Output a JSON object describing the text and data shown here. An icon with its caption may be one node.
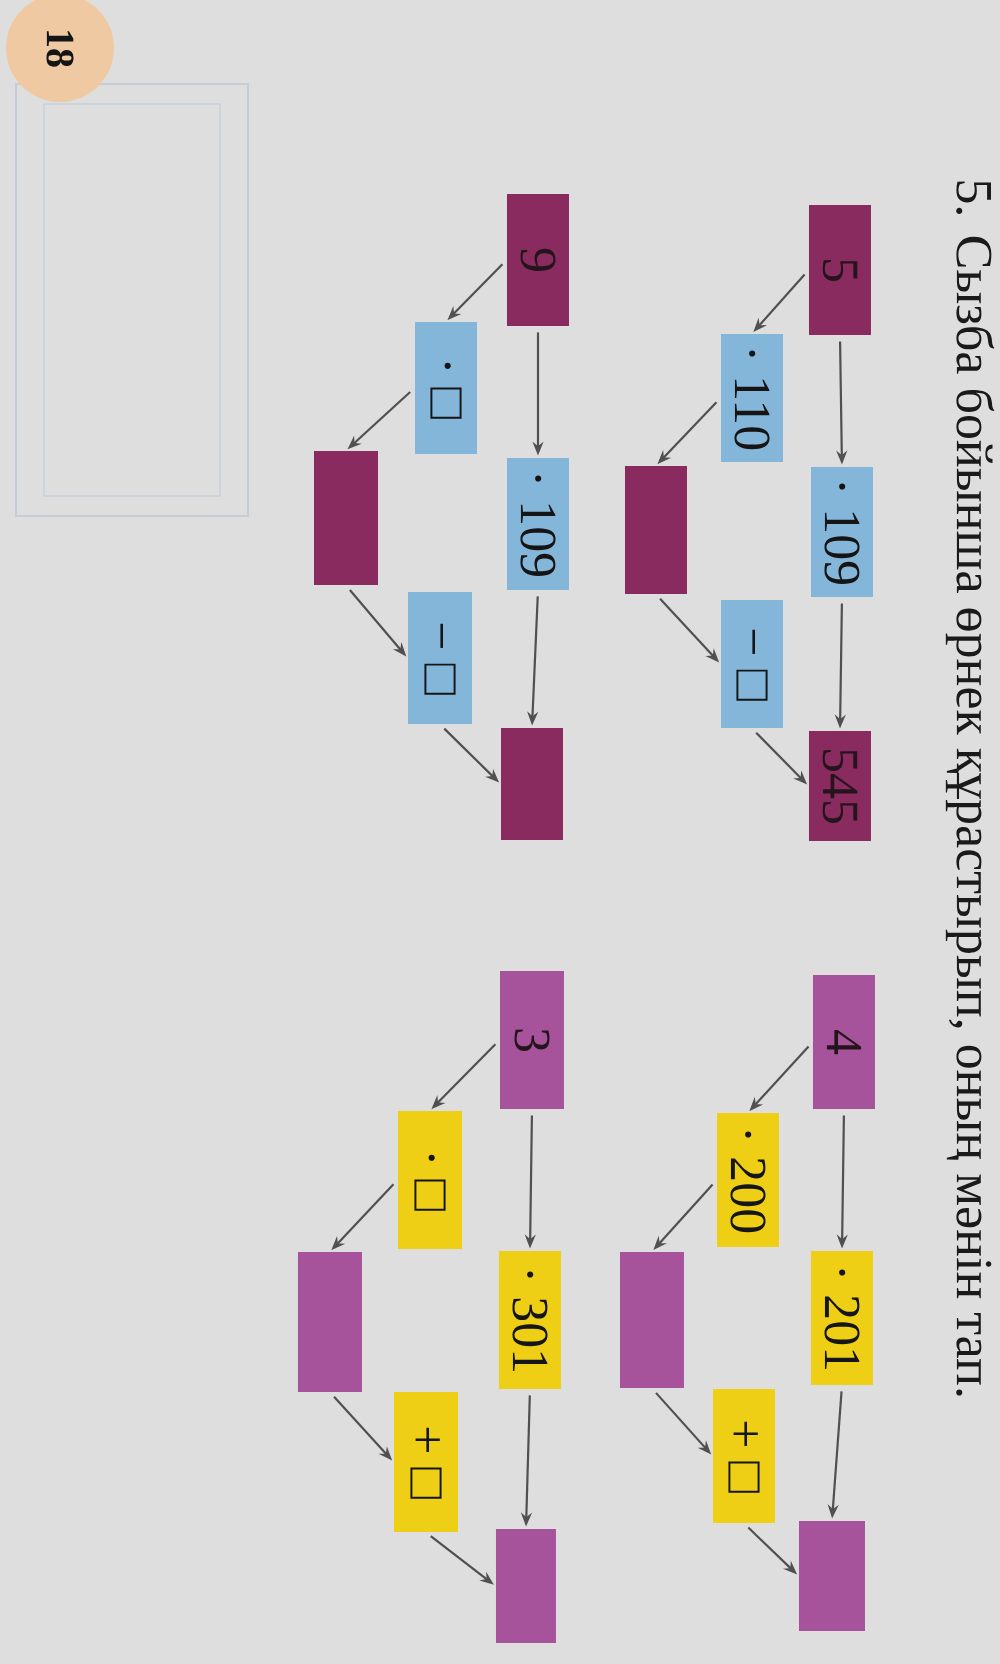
{
  "diagram": {
    "title": "5. Сызба бойынша өрнек құрастырып, оның мәнін тап.",
    "nodes": [
      {
        "text": [
          "5"
        ]
      },
      {
        "text": [
          "· 109"
        ]
      },
      {
        "text": [
          "545"
        ]
      },
      {
        "text": [
          "· 110"
        ]
      },
      {
        "text": [
          "− □"
        ]
      },
      {
        "text": [],
        "shape": "box"
      },
      {
        "text": [
          "4"
        ]
      },
      {
        "text": [
          "· 201"
        ]
      },
      {
        "text": [],
        "shape": "box"
      },
      {
        "text": [
          "· 200"
        ]
      },
      {
        "text": [
          "+ □"
        ]
      },
      {
        "text": [],
        "shape": "box"
      },
      {
        "text": [
          "9"
        ]
      },
      {
        "text": [
          "· 109"
        ]
      },
      {
        "text": [],
        "shape": "box"
      },
      {
        "text": [
          "· □"
        ]
      },
      {
        "text": [
          "− □"
        ]
      },
      {
        "text": [],
        "shape": "box"
      },
      {
        "text": [
          "3"
        ]
      },
      {
        "text": [
          "· 301"
        ]
      },
      {
        "text": [],
        "shape": "box"
      },
      {
        "text": [
          "· □"
        ]
      },
      {
        "text": [
          "+ □"
        ]
      },
      {
        "text": [],
        "shape": "box"
      },
      {
        "text": [
          "18"
        ]
      }
    ],
    "edges": [
      {
        "from": 0,
        "to": 1,
        "arrow": "to"
      },
      {
        "from": 1,
        "to": 2,
        "arrow": "to"
      },
      {
        "from": 0,
        "to": 3,
        "arrow": "to"
      },
      {
        "from": 3,
        "to": 5,
        "arrow": "to"
      },
      {
        "from": 5,
        "to": 4,
        "arrow": "to"
      },
      {
        "from": 4,
        "to": 2,
        "arrow": "to"
      },
      {
        "from": 6,
        "to": 7,
        "arrow": "to"
      },
      {
        "from": 7,
        "to": 8,
        "arrow": "to"
      },
      {
        "from": 6,
        "to": 9,
        "arrow": "to"
      },
      {
        "from": 9,
        "to": 11,
        "arrow": "to"
      },
      {
        "from": 11,
        "to": 10,
        "arrow": "to"
      },
      {
        "from": 10,
        "to": 8,
        "arrow": "to"
      },
      {
        "from": 12,
        "to": 13,
        "arrow": "to"
      },
      {
        "from": 13,
        "to": 14,
        "arrow": "to"
      },
      {
        "from": 12,
        "to": 15,
        "arrow": "to"
      },
      {
        "from": 15,
        "to": 17,
        "arrow": "to"
      },
      {
        "from": 17,
        "to": 16,
        "arrow": "to"
      },
      {
        "from": 16,
        "to": 14,
        "arrow": "to"
      },
      {
        "from": 18,
        "to": 19,
        "arrow": "to"
      },
      {
        "from": 19,
        "to": 20,
        "arrow": "to"
      },
      {
        "from": 18,
        "to": 21,
        "arrow": "to"
      },
      {
        "from": 21,
        "to": 23,
        "arrow": "to"
      },
      {
        "from": 23,
        "to": 22,
        "arrow": "to"
      },
      {
        "from": 22,
        "to": 20,
        "arrow": "to"
      }
    ]
  }
}
